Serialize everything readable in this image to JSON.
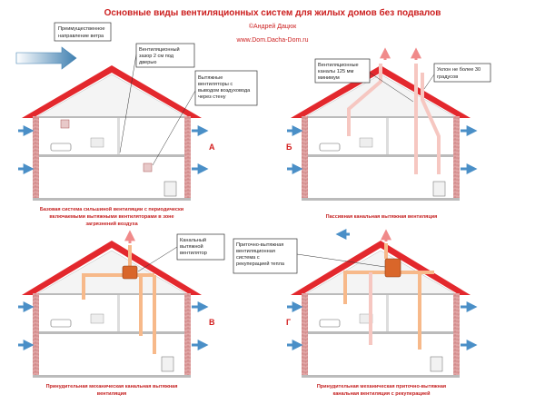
{
  "title": "Основные виды вентиляционных систем для жилых домов без подвалов",
  "author": "©Андрей Дацюк",
  "site": "www.Dom.Dacha-Dom.ru",
  "wind_label": [
    "Преимущественное",
    "направление ветра"
  ],
  "panels": {
    "a": {
      "letter": "А",
      "caption": [
        "Базовая система сильшиной вентиляции с периодически",
        "включаемыми вытяжными вентиляторами в зоне",
        "загрязнений воздуха"
      ],
      "callout_gap": [
        "Вентиляционный",
        "зазор 2 см под",
        "дверью"
      ],
      "callout_fans": [
        "Вытяжные",
        "вентиляторы с",
        "выводом воздуховода",
        "через стену"
      ]
    },
    "b": {
      "letter": "Б",
      "caption": [
        "Пассивная канальная вытяжная вентиляция"
      ],
      "callout_ducts": [
        "Вентиляционные",
        "каналы 125 мм",
        "минимум"
      ],
      "callout_slope": [
        "Уклон не более 30",
        "градусов"
      ]
    },
    "v": {
      "letter": "В",
      "caption": [
        "Принудительная механическая канальная вытяжная",
        "вентиляция"
      ],
      "callout_fan": [
        "Канальный",
        "вытяжной",
        "вентилятор"
      ]
    },
    "g": {
      "letter": "Г",
      "caption": [
        "Принудительная механическая приточно-вытяжная",
        "канальная вентиляция с рекуперацией"
      ],
      "callout_unit": [
        "Приточно-вытяжная",
        "вентиляционная",
        "система с",
        "рекуперацией тепла"
      ]
    }
  },
  "colors": {
    "roof": "#e3282d",
    "wall": "#d79494",
    "brick": "#c96f6f",
    "arrow_blue": "#4a8fc7",
    "arrow_pink": "#f08a8a",
    "duct_pink": "#f6c7c1",
    "duct_orange": "#f7b98a",
    "unit": "#d9662a",
    "caption": "#c41e1e"
  }
}
